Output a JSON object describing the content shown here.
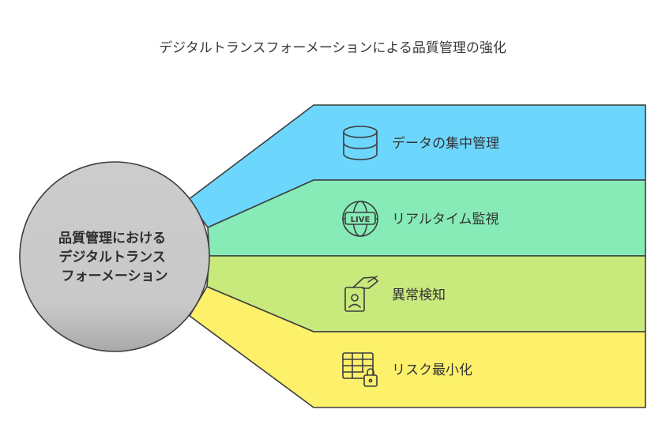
{
  "title": "デジタルトランスフォーメーションによる品質管理の強化",
  "center": {
    "lines": [
      "品質管理における",
      "デジタルトランス",
      "フォーメーション"
    ]
  },
  "items": [
    {
      "label": "データの集中管理",
      "icon": "database-icon",
      "color": "#6dd6fc"
    },
    {
      "label": "リアルタイム監視",
      "icon": "live-globe-icon",
      "color": "#86ebb7"
    },
    {
      "label": "異常検知",
      "icon": "id-card-hand-icon",
      "color": "#c8e97c"
    },
    {
      "label": "リスク最小化",
      "icon": "table-lock-icon",
      "color": "#fdf06b"
    }
  ],
  "colors": {
    "circle_fill": "#cccccc",
    "outline": "#3d3d3d"
  }
}
